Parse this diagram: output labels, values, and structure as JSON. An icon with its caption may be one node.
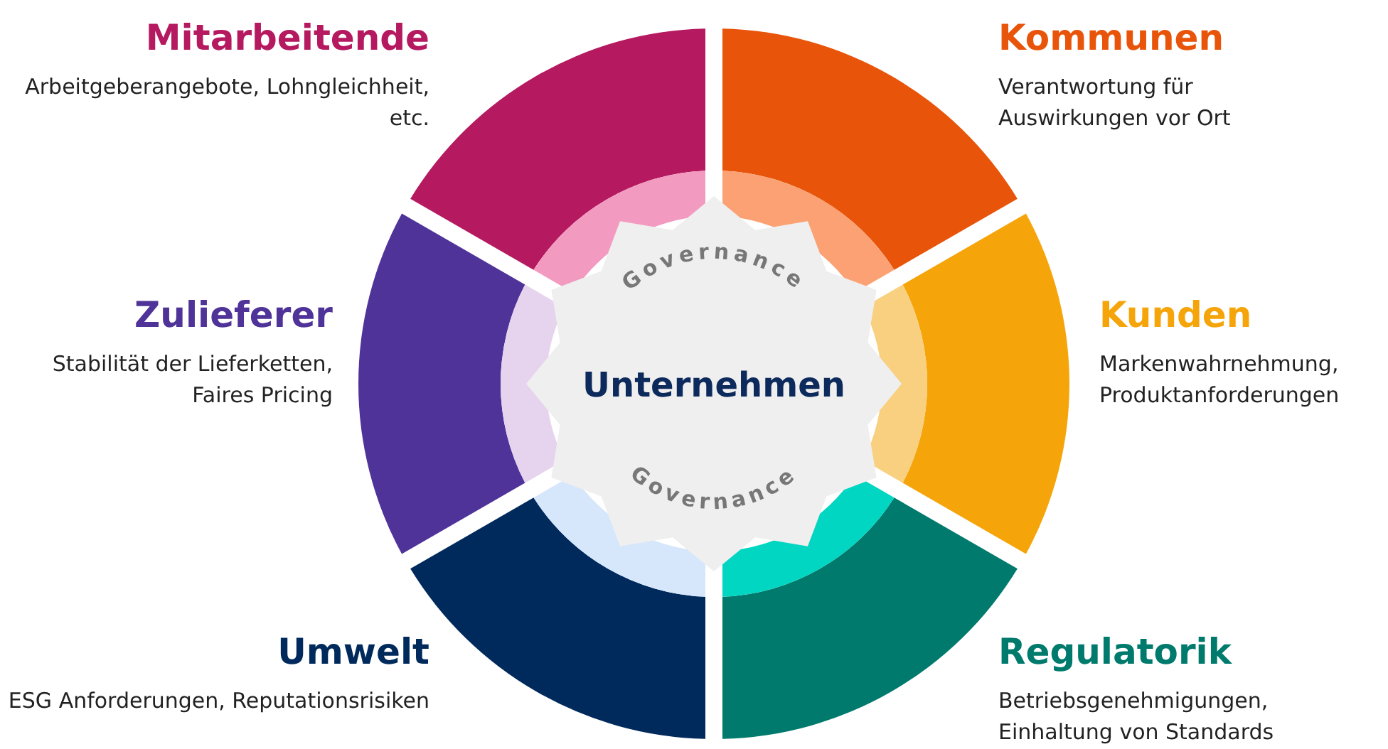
{
  "diagram": {
    "nodes": [
      {
        "text": [
          "Governance",
          "Unternehmen",
          "Governance"
        ]
      },
      {
        "text": [
          "Mitarbeitende",
          "Arbeitgeberangebote, Lohngleichheit, etc."
        ]
      },
      {
        "text": [
          "Kommunen",
          "Verantwortung für Auswirkungen vor Ort"
        ]
      },
      {
        "text": [
          "Zulieferer",
          "Stabilität der Lieferketten, Faires Pricing"
        ]
      },
      {
        "text": [
          "Kunden",
          "Markenwahrnehmung, Produktanforderungen"
        ]
      },
      {
        "text": [
          "Umwelt",
          "ESG Anforderungen, Reputationsrisiken"
        ]
      },
      {
        "text": [
          "Regulatorik",
          "Betriebsgenehmigungen, Einhaltung von Standards"
        ]
      }
    ]
  }
}
